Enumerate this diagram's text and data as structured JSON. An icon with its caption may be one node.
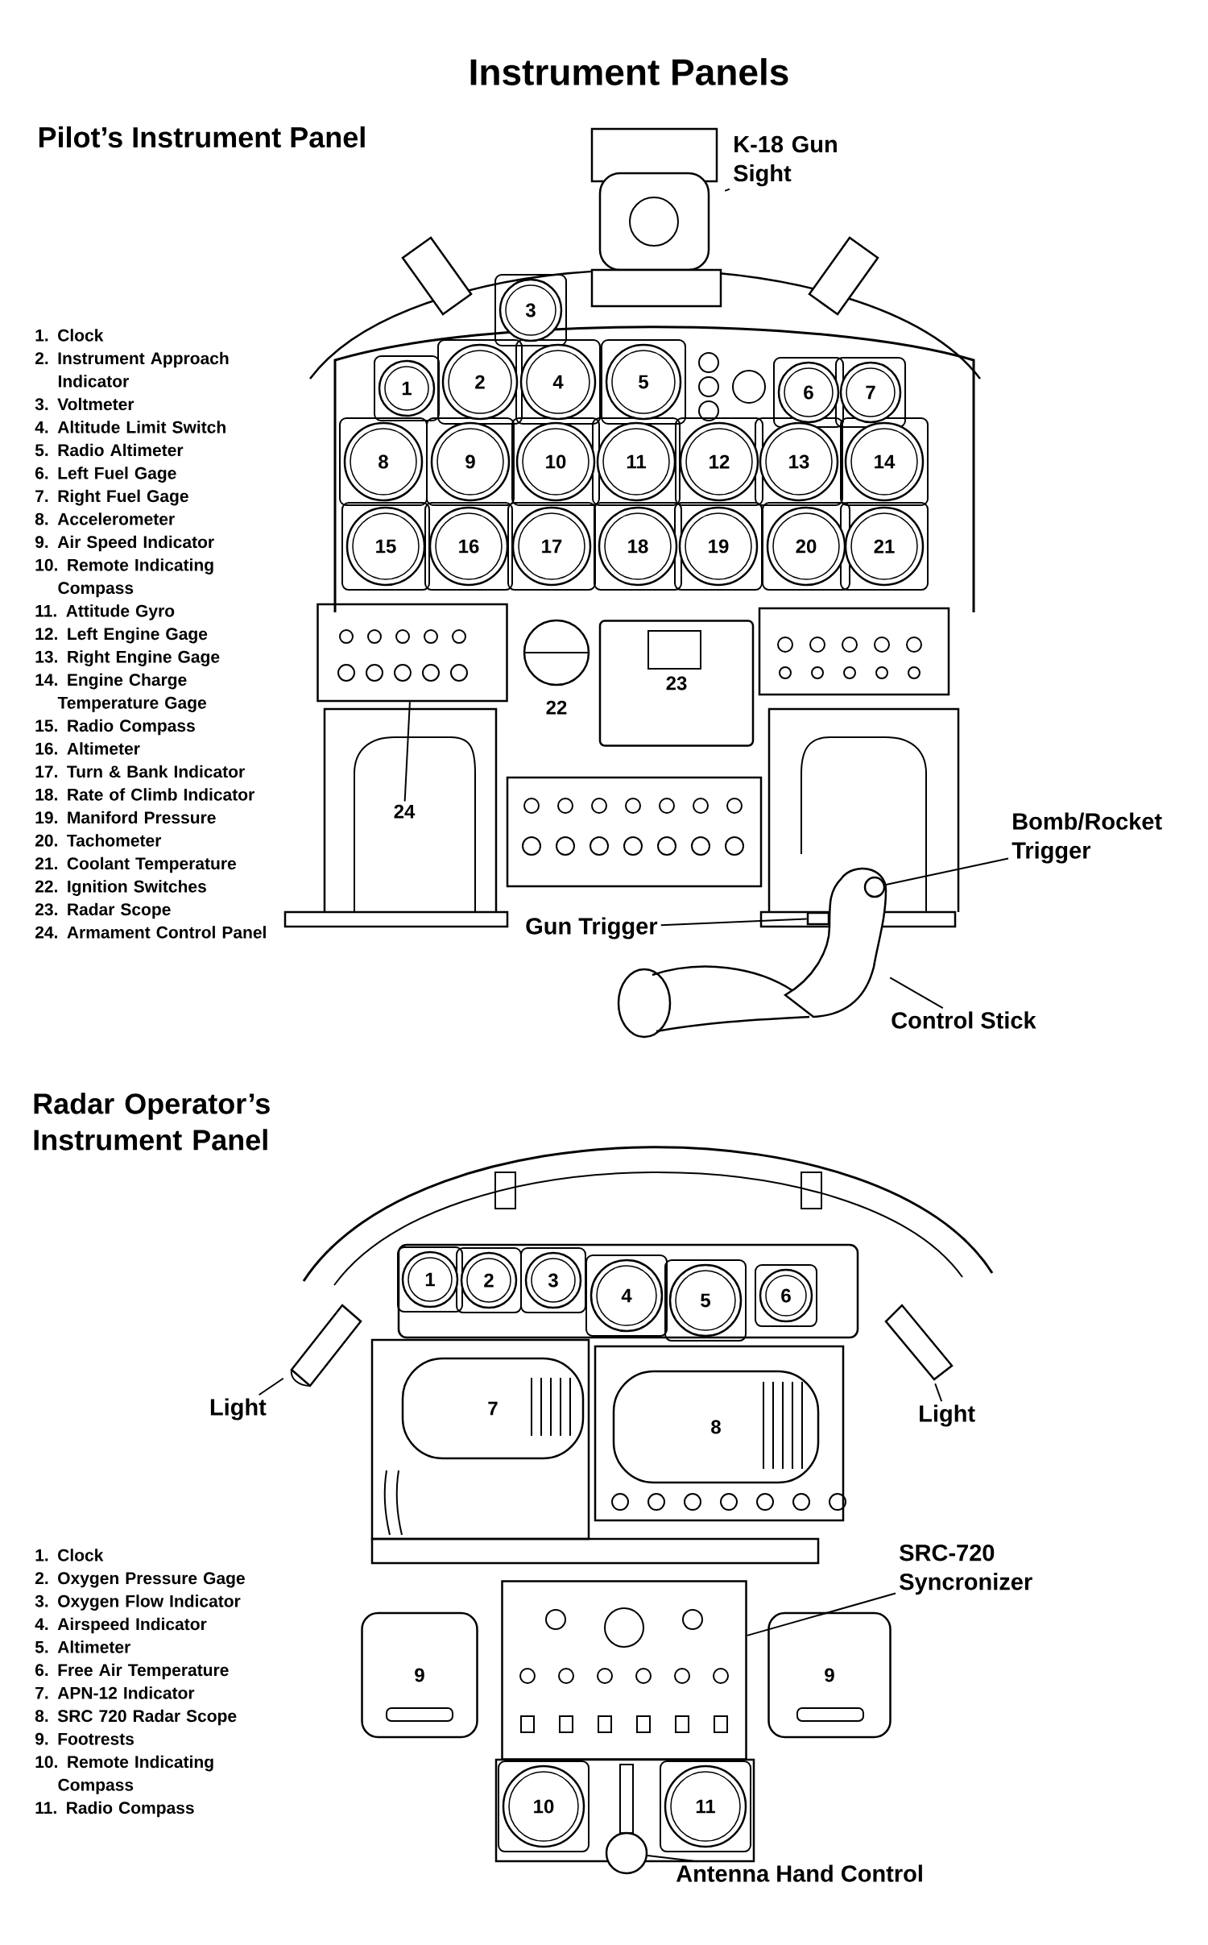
{
  "diagram": {
    "title": "Instrument Panels",
    "nodes": [
      {
        "text": [
          "K-18 Gun Sight"
        ]
      },
      {
        "text": [],
        "shape": "picture"
      },
      {
        "text": [
          "1"
        ]
      },
      {
        "text": [
          "2"
        ]
      },
      {
        "text": [
          "3"
        ]
      },
      {
        "text": [
          "4"
        ]
      },
      {
        "text": [
          "5"
        ]
      },
      {
        "text": [
          "6"
        ]
      },
      {
        "text": [
          "7"
        ]
      },
      {
        "text": [
          "8"
        ]
      },
      {
        "text": [
          "9"
        ]
      },
      {
        "text": [
          "10"
        ]
      },
      {
        "text": [
          "11"
        ]
      },
      {
        "text": [
          "12"
        ]
      },
      {
        "text": [
          "13"
        ]
      },
      {
        "text": [
          "14"
        ]
      },
      {
        "text": [
          "15"
        ]
      },
      {
        "text": [
          "16"
        ]
      },
      {
        "text": [
          "17"
        ]
      },
      {
        "text": [
          "18"
        ]
      },
      {
        "text": [
          "19"
        ]
      },
      {
        "text": [
          "20"
        ]
      },
      {
        "text": [
          "21"
        ]
      },
      {
        "text": [
          "23"
        ]
      },
      {
        "text": [
          "24"
        ]
      },
      {
        "text": [],
        "shape": "box"
      },
      {
        "text": [
          "Bomb/Rocket Trigger"
        ]
      },
      {
        "text": [],
        "shape": "picture"
      },
      {
        "text": [],
        "shape": "circle",
        "in": 27
      },
      {
        "text": [],
        "shape": "box",
        "in": 27
      },
      {
        "text": [
          "Gun Trigger"
        ]
      },
      {
        "text": [
          "Control Stick"
        ]
      },
      {
        "text": [
          "1"
        ]
      },
      {
        "text": [
          "2"
        ]
      },
      {
        "text": [
          "3"
        ]
      },
      {
        "text": [
          "4"
        ]
      },
      {
        "text": [
          "5"
        ]
      },
      {
        "text": [
          "6"
        ]
      },
      {
        "text": [
          "7"
        ]
      },
      {
        "text": [
          "8"
        ]
      },
      {
        "text": [
          "Light"
        ]
      },
      {
        "text": [],
        "shape": "picture"
      },
      {
        "text": [
          "Light"
        ]
      },
      {
        "text": [],
        "shape": "picture"
      },
      {
        "text": [
          "SRC-720 Syncronizer"
        ]
      },
      {
        "text": [],
        "shape": "box"
      },
      {
        "text": [
          "9"
        ]
      },
      {
        "text": [
          "9"
        ]
      },
      {
        "text": [
          "10"
        ]
      },
      {
        "text": [
          "11"
        ]
      },
      {
        "text": [],
        "shape": "circle"
      },
      {
        "text": [
          "Antenna Hand Control"
        ]
      }
    ],
    "edges": [
      {
        "from": 0,
        "to": 1,
        "arrow": "none"
      },
      {
        "from": 24,
        "to": 25,
        "arrow": "none"
      },
      {
        "from": 26,
        "to": 28,
        "arrow": "none"
      },
      {
        "from": 30,
        "to": 29,
        "arrow": "none"
      },
      {
        "from": 31,
        "to": 27,
        "arrow": "none"
      },
      {
        "from": 40,
        "to": 41,
        "arrow": "none"
      },
      {
        "from": 42,
        "to": 43,
        "arrow": "none"
      },
      {
        "from": 44,
        "to": 45,
        "arrow": "none"
      },
      {
        "from": 51,
        "to": 50,
        "arrow": "none"
      }
    ],
    "labels": [
      "Pilot’s Instrument Panel",
      "1. Clock",
      "2. Instrument Approach Indicator",
      "3. Voltmeter",
      "4. Altitude Limit Switch",
      "5. Radio Altimeter",
      "6. Left Fuel Gage",
      "7. Right Fuel Gage",
      "8. Accelerometer",
      "9. Air Speed Indicator",
      "10. Remote Indicating Compass",
      "11. Attitude Gyro",
      "12. Left Engine Gage",
      "13. Right Engine Gage",
      "14. Engine Charge Temperature Gage",
      "15. Radio Compass",
      "16. Altimeter",
      "17. Turn & Bank Indicator",
      "18. Rate of Climb Indicator",
      "19. Maniford Pressure",
      "20. Tachometer",
      "21. Coolant Temperature",
      "22. Ignition Switches",
      "23. Radar Scope",
      "24. Armament Control Panel",
      "22",
      "Radar Operator’s Instrument Panel",
      "1. Clock",
      "2. Oxygen Pressure Gage",
      "3. Oxygen Flow Indicator",
      "4. Airspeed Indicator",
      "5. Altimeter",
      "6. Free Air Temperature",
      "7. APN-12 Indicator",
      "8. SRC 720 Radar Scope",
      "9. Footrests",
      "10. Remote Indicating Compass",
      "11. Radio Compass"
    ]
  }
}
